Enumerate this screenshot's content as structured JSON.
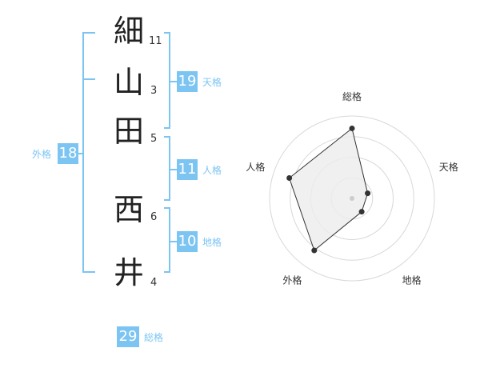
{
  "name": {
    "chars": [
      {
        "char": "細",
        "strokes": "11"
      },
      {
        "char": "山",
        "strokes": "3"
      },
      {
        "char": "田",
        "strokes": "5"
      },
      {
        "char": "西",
        "strokes": "6"
      },
      {
        "char": "井",
        "strokes": "4"
      }
    ]
  },
  "fortunes": {
    "tenkaku": {
      "value": "19",
      "label": "天格"
    },
    "jinkaku": {
      "value": "11",
      "label": "人格"
    },
    "chikaku": {
      "value": "10",
      "label": "地格"
    },
    "gaikaku": {
      "value": "18",
      "label": "外格"
    },
    "soukaku": {
      "value": "29",
      "label": "総格"
    }
  },
  "colors": {
    "accent": "#7cc4f2",
    "text": "#222222"
  },
  "chart_data": {
    "type": "radar",
    "categories": [
      "総格",
      "天格",
      "地格",
      "外格",
      "人格"
    ],
    "values": [
      29,
      19,
      10,
      18,
      11
    ],
    "display_levels": [
      0.85,
      0.2,
      0.2,
      0.78,
      0.8
    ],
    "rings": 4,
    "grid": true
  }
}
